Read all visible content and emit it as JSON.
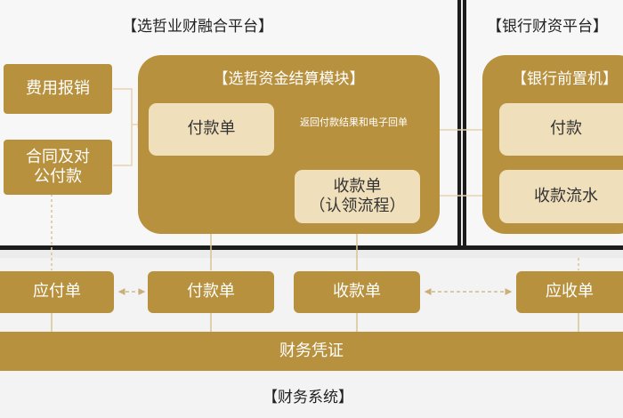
{
  "platforms": {
    "business": "【选哲业财融合平台】",
    "bank": "【银行财资平台】",
    "finance": "【财务系统】"
  },
  "settlement_module": {
    "title": "【选哲资金结算模块】",
    "payment_order": "付款单",
    "receipt_order_line1": "收款单",
    "receipt_order_line2": "（认领流程）",
    "return_note": "返回付款结果和电子回单"
  },
  "bank_front": {
    "title": "【银行前置机】",
    "payment": "付款",
    "receipt_flow": "收款流水"
  },
  "sources": {
    "expense": "费用报销",
    "contract_line1": "合同及对",
    "contract_line2": "公付款"
  },
  "finance_row": {
    "payable": "应付单",
    "payment": "付款单",
    "receipt": "收款单",
    "receivable": "应收单",
    "voucher": "财务凭证"
  },
  "colors": {
    "gold": "#b8913e",
    "cream": "#f0dfbb",
    "panel": "#f7f7f7",
    "divider": "#1c1c1c"
  }
}
